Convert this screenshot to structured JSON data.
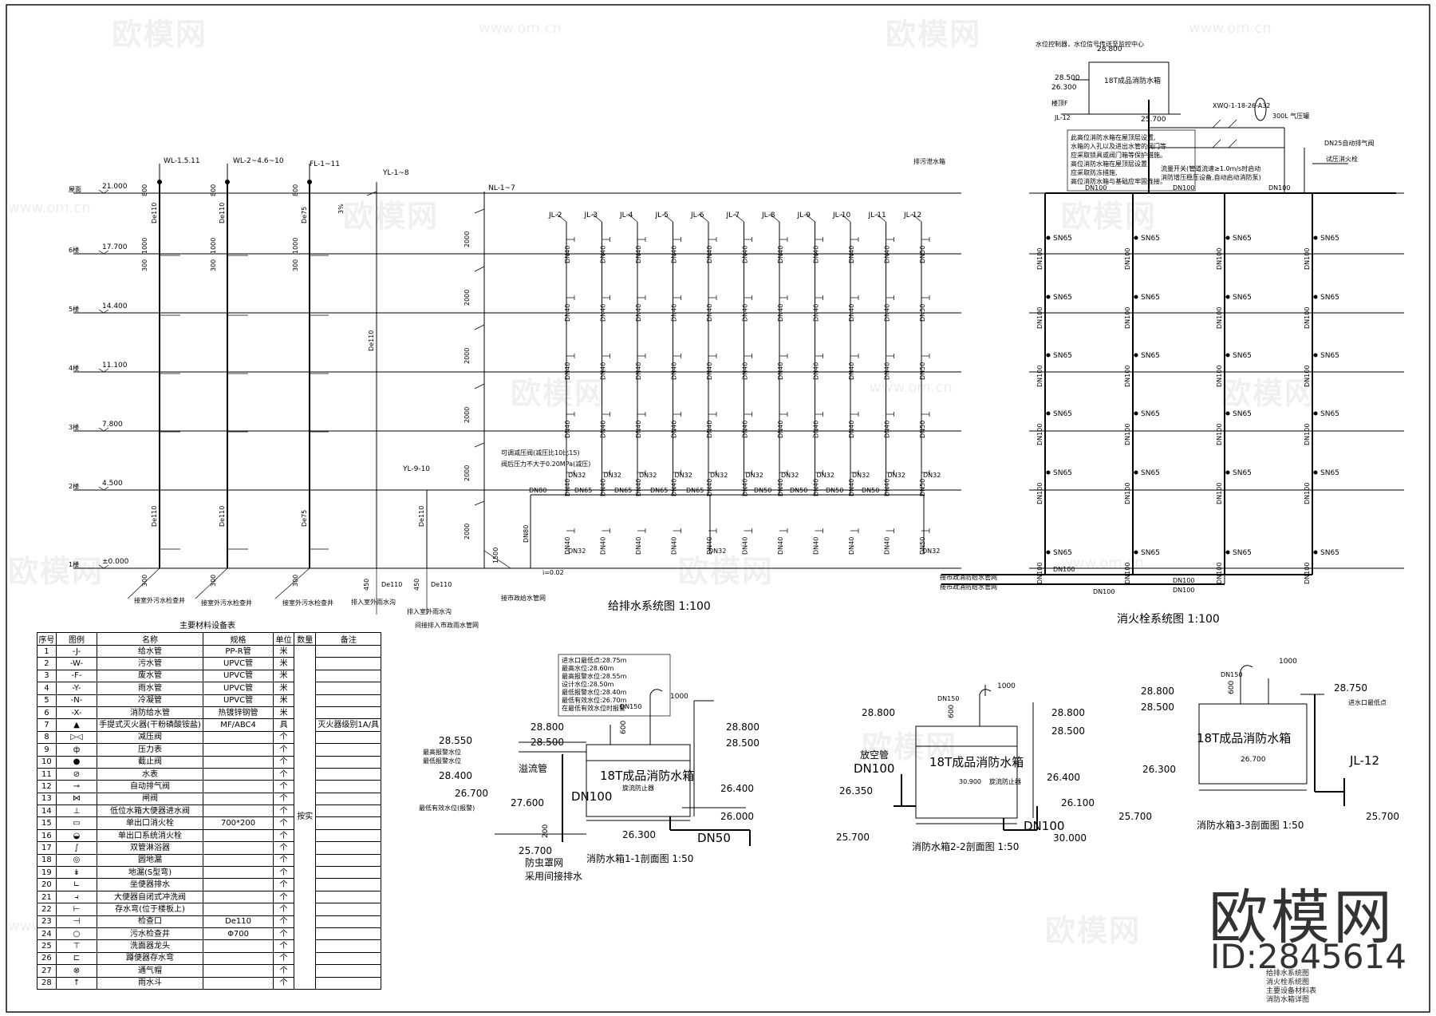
{
  "watermark": {
    "brand": "欧模网",
    "url": "www.om.cn"
  },
  "branding": {
    "logo_text": "欧模网",
    "id_text": "ID:2845614"
  },
  "sheet_contents": [
    "给排水系统图",
    "消火栓系统图",
    "主要设备材料表",
    "消防水箱详图"
  ],
  "drainage": {
    "title": "给排水系统图 1:100",
    "floors": [
      {
        "name": "屋面",
        "elev": "21.000"
      },
      {
        "name": "6楼",
        "elev": "17.700"
      },
      {
        "name": "5楼",
        "elev": "14.400"
      },
      {
        "name": "4楼",
        "elev": "11.100"
      },
      {
        "name": "3楼",
        "elev": "7.800"
      },
      {
        "name": "2楼",
        "elev": "4.500"
      },
      {
        "name": "1楼",
        "elev": "±0.000"
      }
    ],
    "stacks": [
      "WL-1.5.11",
      "WL-2~4.6~10",
      "FL-1~11",
      "YL-1~8",
      "NL-1~7",
      "YL-9-10"
    ],
    "supply_risers": [
      "JL-2",
      "JL-3",
      "JL-4",
      "JL-5",
      "JL-6",
      "JL-7",
      "JL-8",
      "JL-9",
      "JL-10",
      "JL-11",
      "JL-12"
    ],
    "pipe_labels": [
      "De110",
      "De75",
      "DN40",
      "DN32",
      "DN65",
      "DN50",
      "DN80",
      "De110"
    ],
    "notes": [
      "接室外污水检查井",
      "接室外污水检查井",
      "接室外污水检查井",
      "排入室外雨水沟",
      "排入室外雨水沟",
      "间接排入市政雨水管网",
      "接市政给水管网",
      "可调减压阀(减压比10比15)",
      "阀后压力不大于0.20MPa(减压)"
    ],
    "dims": [
      "800",
      "1000",
      "300",
      "2000",
      "1500",
      "450",
      "3%",
      "i=0.02"
    ]
  },
  "hydrant": {
    "title": "消火栓系统图 1:100",
    "hydrant_label": "SN65",
    "pipe": "DN100",
    "tank_label": "18T成品消防水箱",
    "equipment": [
      "XWQ-1-18-26-A32",
      "300L 气压罐",
      "试压消火栓",
      "DN25自动排气阀"
    ],
    "notes": [
      "接市政消防给水管网",
      "接市政消防给水管网",
      "排污泄水箱",
      "水位控制器，水位信号传送至监控中心",
      "楼顶F",
      "JL-12"
    ],
    "tank_elevs": [
      "28.800",
      "28.500",
      "26.300",
      "25.700"
    ],
    "notice": [
      "此高位消防水箱在屋顶层设置,",
      "水箱的入孔以及进出水管的阀门等",
      "应采取锁具或阀门箱等保护措施。",
      "高位消防水箱在屋顶层设置,",
      "应采取防冻措施,",
      "高位消防水箱与基础应牢固连接。"
    ],
    "flow_note": [
      "流量开关(管道流速≥1.0m/s时启动",
      "消防增压稳压设备,自动启动消防泵)"
    ]
  },
  "table": {
    "title": "主要材料设备表",
    "headers": [
      "序号",
      "图例",
      "名称",
      "规格",
      "单位",
      "数量",
      "备注"
    ],
    "merged_qty": "按实",
    "rows": [
      [
        "1",
        "-J-",
        "给水管",
        "PP-R管",
        "米",
        ""
      ],
      [
        "2",
        "-W-",
        "污水管",
        "UPVC管",
        "米",
        ""
      ],
      [
        "3",
        "-F-",
        "废水管",
        "UPVC管",
        "米",
        ""
      ],
      [
        "4",
        "-Y-",
        "雨水管",
        "UPVC管",
        "米",
        ""
      ],
      [
        "5",
        "-N-",
        "冷凝管",
        "UPVC管",
        "米",
        ""
      ],
      [
        "6",
        "-X-",
        "消防给水管",
        "热镀锌钢管",
        "米",
        ""
      ],
      [
        "7",
        "▲",
        "手提式灭火器(干粉磷酸铵盐)",
        "MF/ABC4",
        "具",
        "灭火器级别1A/具"
      ],
      [
        "8",
        "▷◁",
        "减压阀",
        "",
        "个",
        ""
      ],
      [
        "9",
        "ф",
        "压力表",
        "",
        "个",
        ""
      ],
      [
        "10",
        "●",
        "截止阀",
        "",
        "个",
        ""
      ],
      [
        "11",
        "⊘",
        "水表",
        "",
        "个",
        ""
      ],
      [
        "12",
        "⊸",
        "自动排气阀",
        "",
        "个",
        ""
      ],
      [
        "13",
        "⋈",
        "闸阀",
        "",
        "个",
        ""
      ],
      [
        "14",
        "⊥",
        "低位水箱大便器进水阀",
        "",
        "个",
        ""
      ],
      [
        "15",
        "▭",
        "单出口消火栓",
        "700*200",
        "个",
        ""
      ],
      [
        "16",
        "◒",
        "单出口系统消火栓",
        "",
        "个",
        ""
      ],
      [
        "17",
        "∫",
        "双管淋浴器",
        "",
        "个",
        ""
      ],
      [
        "18",
        "◎",
        "圆地漏",
        "",
        "个",
        ""
      ],
      [
        "19",
        "↡",
        "地漏(S型弯)",
        "",
        "个",
        ""
      ],
      [
        "20",
        "∟",
        "坐便器排水",
        "",
        "个",
        ""
      ],
      [
        "21",
        "⫞",
        "大便器自闭式冲洗阀",
        "",
        "个",
        ""
      ],
      [
        "22",
        "⊢",
        "存水弯(位于楼板上)",
        "",
        "个",
        ""
      ],
      [
        "23",
        "⊣",
        "检查口",
        "De110",
        "个",
        ""
      ],
      [
        "24",
        "○",
        "污水检查井",
        "Φ700",
        "个",
        ""
      ],
      [
        "25",
        "⊤",
        "洗面器龙头",
        "",
        "个",
        ""
      ],
      [
        "26",
        "⊏",
        "蹲便器存水弯",
        "",
        "个",
        ""
      ],
      [
        "27",
        "⊗",
        "通气帽",
        "",
        "个",
        ""
      ],
      [
        "28",
        "↑",
        "雨水斗",
        "",
        "个",
        ""
      ]
    ]
  },
  "sections": [
    {
      "title": "消防水箱1-1剖面图 1:50",
      "tank": "18T成品消防水箱",
      "elevs": [
        "28.800",
        "28.500",
        "28.550",
        "28.400",
        "26.700",
        "27.600",
        "26.400",
        "26.000",
        "26.300",
        "25.700"
      ],
      "labels": [
        "最高报警水位",
        "最低报警水位",
        "溢流管",
        "最低有效水位(报警)",
        "防虫罩网",
        "采用间接排水",
        "DN100",
        "DN50",
        "DN150",
        "1000",
        "200",
        "600",
        "旋流防止器"
      ],
      "water_levels": [
        "进水口最低点:28.75m",
        "最高水位:28.60m",
        "最高报警水位:28.55m",
        "设计水位:28.50m",
        "最低报警水位:28.40m",
        "最低有效水位:26.70m",
        "在最低有效水位时报警"
      ]
    },
    {
      "title": "消防水箱2-2剖面图 1:50",
      "tank": "18T成品消防水箱",
      "elevs": [
        "28.800",
        "28.800",
        "28.500",
        "26.350",
        "26.400",
        "26.100",
        "25.700",
        "30.000",
        "30.900"
      ],
      "labels": [
        "放空管",
        "DN100",
        "DN100",
        "DN150",
        "1000",
        "600",
        "旋流防止器"
      ]
    },
    {
      "title": "消防水箱3-3剖面图 1:50",
      "tank": "18T成品消防水箱",
      "elevs": [
        "28.800",
        "28.500",
        "28.750",
        "26.700",
        "26.300",
        "25.700",
        "25.700"
      ],
      "labels": [
        "进水口最低点",
        "JL-12",
        "DN150",
        "1000",
        "600"
      ]
    }
  ]
}
